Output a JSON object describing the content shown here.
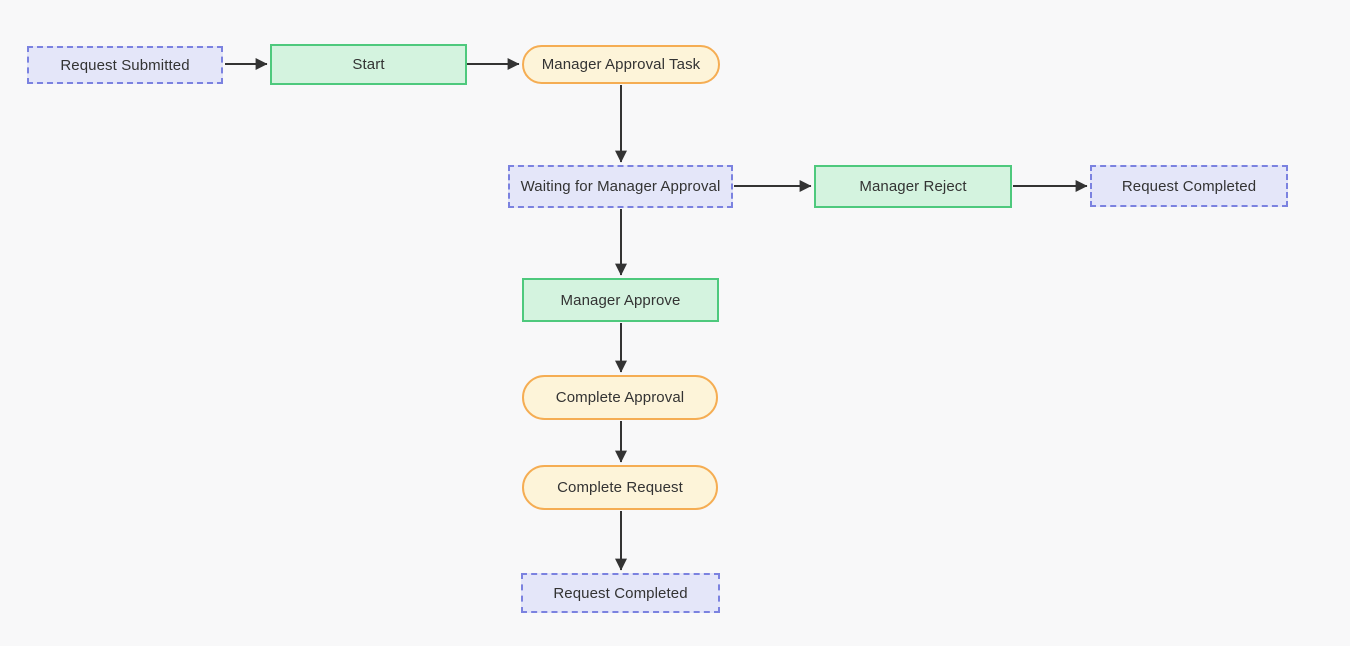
{
  "diagram": {
    "type": "flowchart",
    "nodes": [
      {
        "id": "request-submitted",
        "label": "Request Submitted",
        "shape": "dashed-rect",
        "role": "state"
      },
      {
        "id": "start",
        "label": "Start",
        "shape": "rect",
        "role": "action"
      },
      {
        "id": "manager-approval-task",
        "label": "Manager Approval Task",
        "shape": "stadium",
        "role": "task"
      },
      {
        "id": "waiting-for-manager-approval",
        "label": "Waiting for Manager Approval",
        "shape": "dashed-rect",
        "role": "state"
      },
      {
        "id": "manager-reject",
        "label": "Manager Reject",
        "shape": "rect",
        "role": "action"
      },
      {
        "id": "request-completed-reject",
        "label": "Request Completed",
        "shape": "dashed-rect",
        "role": "state"
      },
      {
        "id": "manager-approve",
        "label": "Manager Approve",
        "shape": "rect",
        "role": "action"
      },
      {
        "id": "complete-approval",
        "label": "Complete Approval",
        "shape": "stadium",
        "role": "task"
      },
      {
        "id": "complete-request",
        "label": "Complete Request",
        "shape": "stadium",
        "role": "task"
      },
      {
        "id": "request-completed-final",
        "label": "Request Completed",
        "shape": "dashed-rect",
        "role": "state"
      }
    ],
    "edges": [
      {
        "from": "request-submitted",
        "to": "start"
      },
      {
        "from": "start",
        "to": "manager-approval-task"
      },
      {
        "from": "manager-approval-task",
        "to": "waiting-for-manager-approval"
      },
      {
        "from": "waiting-for-manager-approval",
        "to": "manager-reject"
      },
      {
        "from": "manager-reject",
        "to": "request-completed-reject"
      },
      {
        "from": "waiting-for-manager-approval",
        "to": "manager-approve"
      },
      {
        "from": "manager-approve",
        "to": "complete-approval"
      },
      {
        "from": "complete-approval",
        "to": "complete-request"
      },
      {
        "from": "complete-request",
        "to": "request-completed-final"
      }
    ],
    "colors": {
      "background": "#f8f8f9",
      "state_fill": "#e4e6f9",
      "state_border": "#7b82e0",
      "action_fill": "#d4f3df",
      "action_border": "#4ec97d",
      "task_fill": "#fdf4d9",
      "task_border": "#f5ad53",
      "edge": "#333333",
      "text": "#333333"
    }
  }
}
